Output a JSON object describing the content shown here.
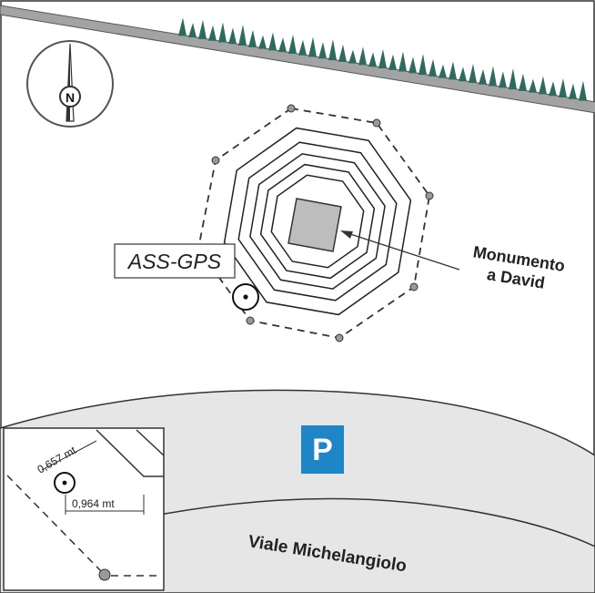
{
  "map": {
    "north_label": "N",
    "station_label": "ASS-GPS",
    "monument_label_line1": "Monumento",
    "monument_label_line2": "a David",
    "parking_label": "P",
    "road_label": "Viale Michelangiolo",
    "inset": {
      "dimension_1": "0,657 mt",
      "dimension_2": "0,964 mt"
    },
    "colors": {
      "road": "#e6e6e6",
      "parking": "#1e86c7",
      "monument": "#bdbdbd",
      "trees": "#2e6b5e",
      "wall": "#9a9a9a"
    }
  }
}
